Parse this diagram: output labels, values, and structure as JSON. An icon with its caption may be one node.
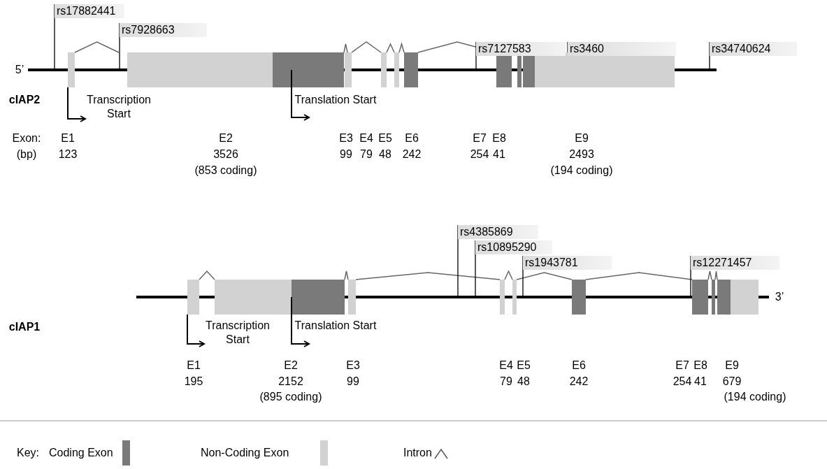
{
  "diagram": {
    "nodes": [
      {
        "text": [
          "rs17882441"
        ]
      },
      {
        "text": [
          "rs7928663"
        ]
      },
      {
        "text": [
          "rs7127583"
        ]
      },
      {
        "text": [
          "rs3460"
        ]
      },
      {
        "text": [
          "rs34740624"
        ]
      },
      {
        "text": [
          "rs4385869"
        ]
      },
      {
        "text": [
          "rs10895290"
        ]
      },
      {
        "text": [
          "rs1943781"
        ]
      },
      {
        "text": [
          "rs12271457"
        ]
      }
    ],
    "edges": [
      {
        "from": 0,
        "to": null,
        "arrow": "none"
      },
      {
        "from": 1,
        "to": null,
        "arrow": "none"
      },
      {
        "from": 2,
        "to": null,
        "arrow": "none"
      },
      {
        "from": 3,
        "to": null,
        "arrow": "none"
      },
      {
        "from": 4,
        "to": null,
        "arrow": "none"
      },
      {
        "from": 5,
        "to": null,
        "arrow": "none"
      },
      {
        "from": 6,
        "to": null,
        "arrow": "none"
      },
      {
        "from": 7,
        "to": null,
        "arrow": "none"
      },
      {
        "from": 8,
        "to": null,
        "arrow": "none"
      }
    ],
    "labels": [
      "5’",
      "cIAP2",
      "Transcription Start",
      "Translation Start",
      "Exon:",
      "E1",
      "E2",
      "E3",
      "E4",
      "E5",
      "E6",
      "E7",
      "E8",
      "E9",
      "(bp)",
      "123",
      "3526",
      "99",
      "79",
      "48",
      "242",
      "254",
      "41",
      "2493",
      "(853 coding)",
      "(194 coding)",
      "3’",
      "cIAP1",
      "Transcription Start",
      "Translation Start",
      "E1",
      "E2",
      "E3",
      "E4",
      "E5",
      "E6",
      "E7",
      "E8",
      "E9",
      "195",
      "2152",
      "99",
      "79",
      "48",
      "242",
      "254",
      "41",
      "679",
      "(895 coding)",
      "(194 coding)",
      "Key:"
    ],
    "legend": [
      {
        "text": "Coding Exon",
        "color": "#7a7a7a"
      },
      {
        "text": "Non-Coding Exon",
        "color": "#d2d2d2"
      },
      {
        "text": "Intron"
      }
    ]
  }
}
